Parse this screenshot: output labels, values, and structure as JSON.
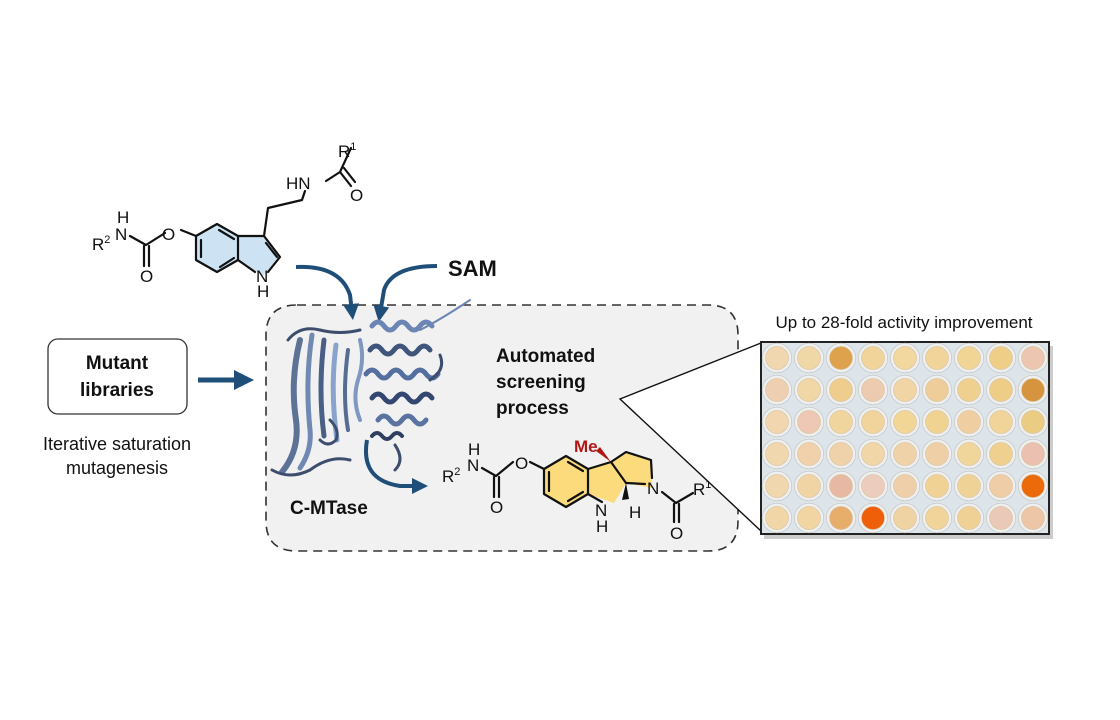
{
  "figure": {
    "substrate": {
      "r1_label": "R",
      "r1_sup": "1",
      "r2_label": "R",
      "r2_sup": "2",
      "atoms": {
        "hn_amide": "HN",
        "o_amide": "O",
        "h_carbamate": "H",
        "n_carbamate": "N",
        "o_carbamate_carbonyl": "O",
        "o_ester": "O",
        "n_indole": "N",
        "h_indole": "H"
      },
      "ring_color": "#cde3f3"
    },
    "cofactor_label": "SAM",
    "mutant_box_label_line1": "Mutant",
    "mutant_box_label_line2": "libraries",
    "method_line1": "Iterative saturation",
    "method_line2": "mutagenesis",
    "enzyme_label": "C-MTase",
    "screening_line1": "Automated",
    "screening_line2": "screening",
    "screening_line3": "process",
    "product": {
      "me_label": "Me",
      "me_color": "#b01818",
      "r1_label": "R",
      "r1_sup": "1",
      "r2_label": "R",
      "r2_sup": "2",
      "atoms": {
        "h_carbamate": "H",
        "n_carbamate": "N",
        "o_carbamate_carbonyl": "O",
        "o_ester": "O",
        "n_pyrrolidine": "N",
        "o_amide": "O",
        "nh_indoline": "N",
        "h_indoline": "H",
        "h_ring_fusion": "H"
      },
      "ring_color": "#fbdb7c"
    },
    "plate_caption": "Up to 28-fold activity improvement",
    "arrow_color": "#1f4e79",
    "panel_background": "#f1f1f1",
    "plate": {
      "rows": 6,
      "cols": 9,
      "well_colors": [
        [
          "#f1d7b0",
          "#f0d7a6",
          "#dea14c",
          "#f1d49a",
          "#f2d89e",
          "#f0d49a",
          "#f1d595",
          "#efcf88",
          "#ecc6b0"
        ],
        [
          "#efcfb2",
          "#f1d7a5",
          "#efcd8c",
          "#eccbb0",
          "#f1d5a4",
          "#efcd9a",
          "#f0d08f",
          "#eecd86",
          "#d7943e"
        ],
        [
          "#f1d6af",
          "#eec8b4",
          "#f1d59f",
          "#f0d49c",
          "#f1d696",
          "#f0d391",
          "#efcfa2",
          "#f0d49a",
          "#eacc82"
        ],
        [
          "#f1d7ae",
          "#f0d1ab",
          "#efd2aa",
          "#f1d7a8",
          "#efd2a8",
          "#efcfa5",
          "#f0d69b",
          "#efd08e",
          "#ebc0b0"
        ],
        [
          "#f1d7ae",
          "#f1d4a4",
          "#e7b9a5",
          "#ecccbd",
          "#eecfaa",
          "#f0d295",
          "#efd396",
          "#efcda6",
          "#ec6a0a"
        ],
        [
          "#f1d7a8",
          "#f1d6a4",
          "#e7ad6b",
          "#ef5f0a",
          "#f0d3a3",
          "#f0d49a",
          "#f0d195",
          "#ebc9b8",
          "#edc6a8"
        ]
      ]
    }
  }
}
